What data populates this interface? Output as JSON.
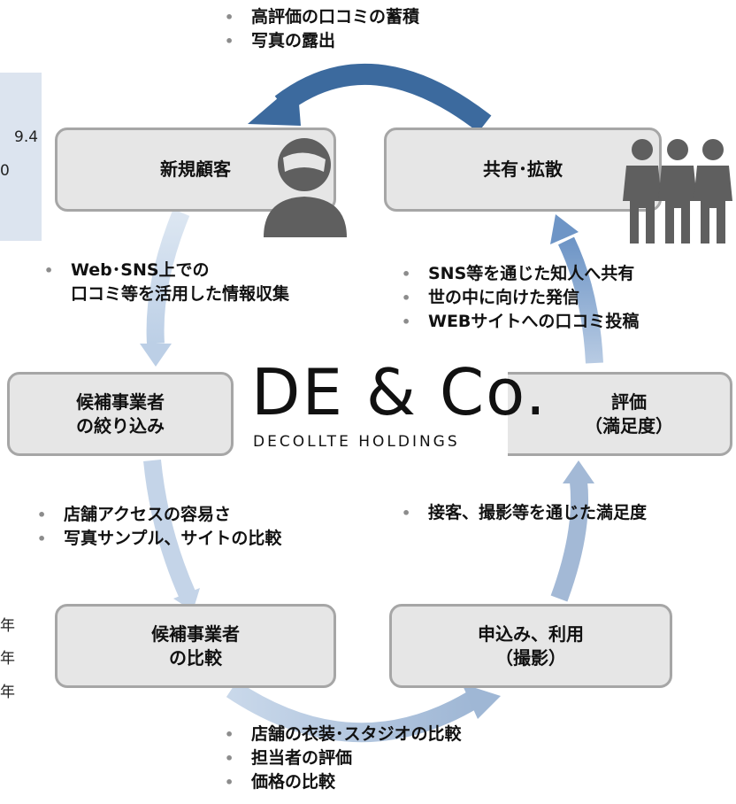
{
  "left_panel": {
    "lines": [
      "9.4",
      "0"
    ]
  },
  "left_years": [
    "年",
    "年",
    "年"
  ],
  "nodes": {
    "new_customer": "新規顧客",
    "share": "共有･拡散",
    "narrow": [
      "候補事業者",
      "の絞り込み"
    ],
    "evaluation": [
      "評価",
      "（満足度）"
    ],
    "compare": [
      "候補事業者",
      "の比較"
    ],
    "apply": [
      "申込み、利用",
      "（撮影）"
    ]
  },
  "notes": {
    "top": [
      "高評価の口コミの蓄積",
      "写真の露出"
    ],
    "info_gathering": [
      "Web･SNS上での",
      "口コミ等を活用した情報収集"
    ],
    "sharing": [
      "SNS等を通じた知人へ共有",
      "世の中に向けた発信",
      "WEBサイトへの口コミ投稿"
    ],
    "narrowing": [
      "店舗アクセスの容易さ",
      "写真サンプル、サイトの比較"
    ],
    "satisfaction": [
      "接客、撮影等を通じた満足度"
    ],
    "comparison": [
      "店舗の衣装･スタジオの比較",
      "担当者の評価",
      "価格の比較"
    ]
  },
  "logo": {
    "main": "DE & Co.",
    "sub": "DECOLLTE HOLDINGS"
  },
  "icons": [
    "person-icon",
    "group-icon"
  ],
  "colors": {
    "box_fill": "#e6e6e6",
    "box_border": "#a6a6a6",
    "arrow_dark": "#3c6a9e",
    "arrow_light": "#c9d8ea",
    "arrow_mid": "#a3b9d6",
    "icon": "#5f5f5f"
  }
}
